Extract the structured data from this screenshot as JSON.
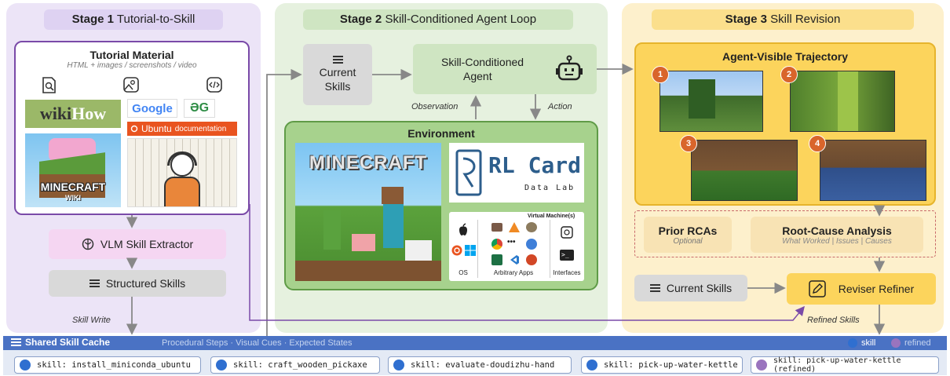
{
  "stage1": {
    "title_bold": "Stage 1",
    "title_rest": "Tutorial-to-Skill",
    "tutorial_title": "Tutorial Material",
    "tutorial_subtitle": "HTML + images / screenshots / video",
    "logos": {
      "wikihow_a": "wiki",
      "wikihow_b": "How",
      "google": "Google",
      "gfg": "ƏG",
      "ubuntu": "Ubuntu",
      "ubuntu_doc": "documentation",
      "minecraft_wiki_a": "MINECRAFT",
      "minecraft_wiki_b": "WIKI"
    },
    "extractor": "VLM Skill Extractor",
    "structured": "Structured Skills",
    "skill_write": "Skill Write"
  },
  "stage2": {
    "title_bold": "Stage 2",
    "title_rest": "Skill-Conditioned Agent Loop",
    "current_skills_a": "Current",
    "current_skills_b": "Skills",
    "agent_a": "Skill-Conditioned",
    "agent_b": "Agent",
    "observation": "Observation",
    "action": "Action",
    "environment": "Environment",
    "minecraft": "MINECRAFT",
    "rlcard_a": "RL Card",
    "rlcard_b": "Data Lab",
    "vm_title": "Virtual Machine(s)",
    "os": "OS",
    "apps": "Arbitrary Apps",
    "interfaces": "Interfaces",
    "apps_dots": "•••"
  },
  "stage3": {
    "title_bold": "Stage 3",
    "title_rest": "Skill Revision",
    "trajectory": "Agent-Visible Trajectory",
    "badges": [
      "1",
      "2",
      "3",
      "4"
    ],
    "prior_rcas": "Prior RCAs",
    "optional": "Optional",
    "rca": "Root-Cause Analysis",
    "rca_sub": "What Worked | Issues | Causes",
    "current_skills": "Current Skills",
    "reviser": "Reviser Refiner",
    "refined_skills": "Refined Skills"
  },
  "cache": {
    "title": "Shared Skill Cache",
    "subtitle": "Procedural Steps · Visual Cues · Expected States",
    "legend_skill": "skill",
    "legend_refined": "refined",
    "chips": [
      "skill: install_miniconda_ubuntu",
      "skill: craft_wooden_pickaxe",
      "skill: evaluate-doudizhu-hand",
      "skill: pick-up-water-kettle",
      "skill: pick-up-water-kettle (refined)"
    ]
  },
  "colors": {
    "stage1_bg": "#ece4f7",
    "stage2_bg": "#e6f1df",
    "stage3_bg": "#fdf0cc",
    "cache_bar": "#4a72c4",
    "skill_dot": "#2f6fd0",
    "refined_dot": "#9a74be"
  }
}
